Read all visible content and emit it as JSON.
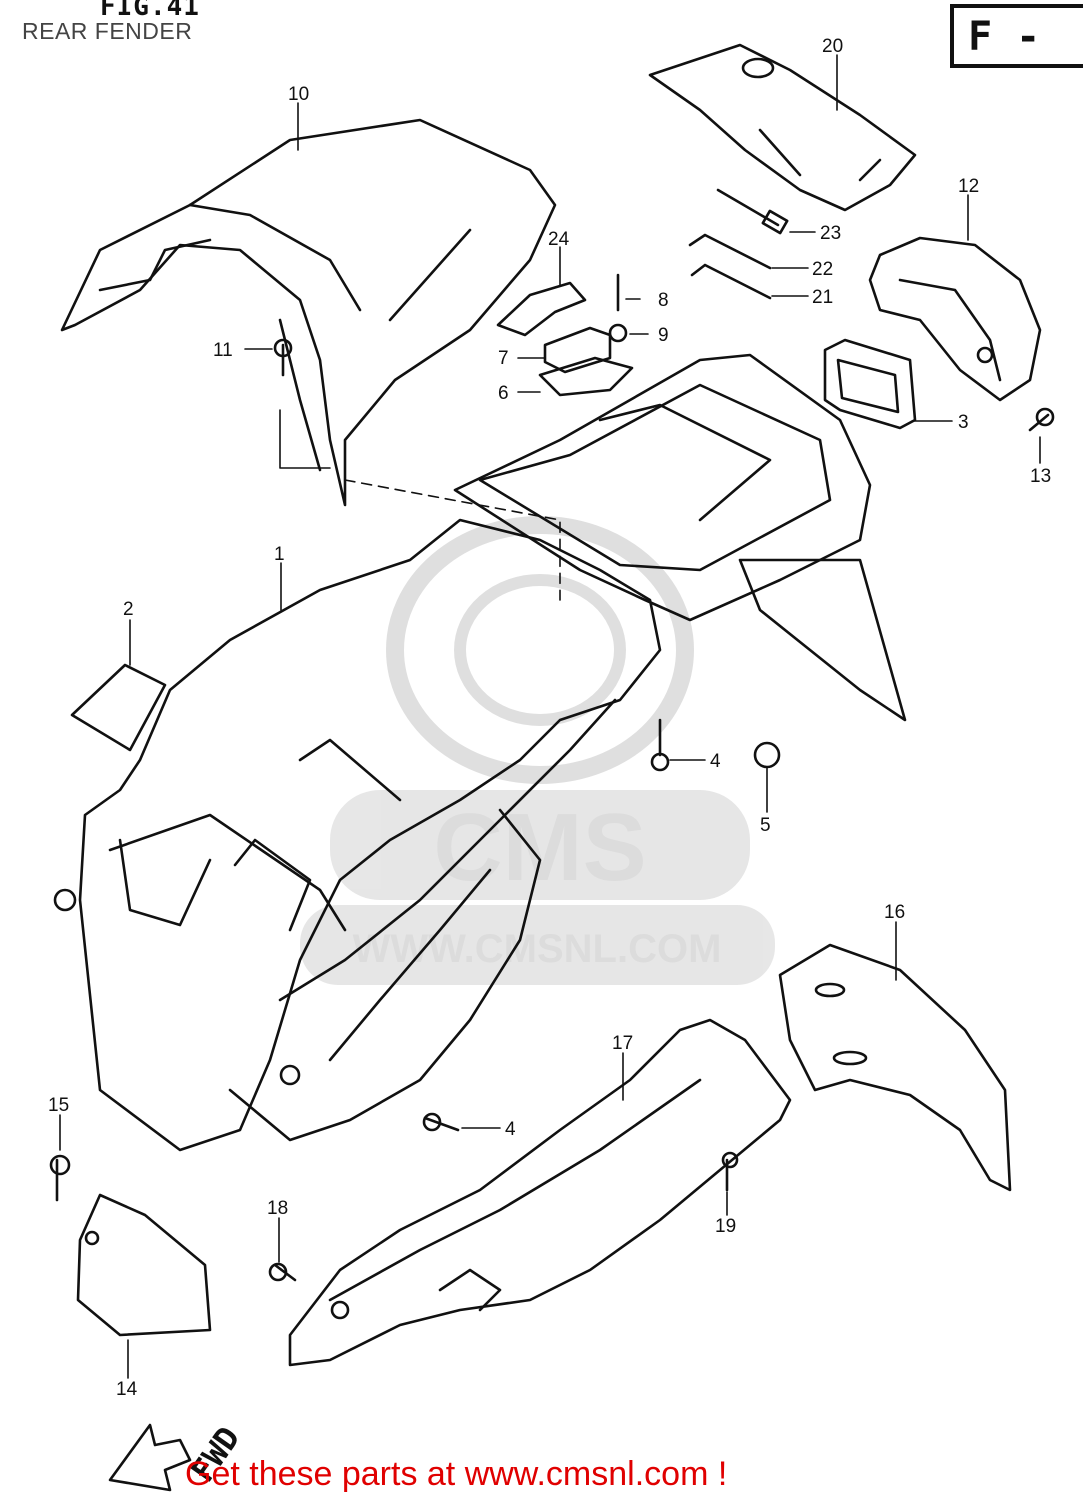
{
  "header": {
    "figure": "FIG.41",
    "title": "REAR FENDER",
    "tag": "F -"
  },
  "watermark": {
    "logo": "CMS",
    "url": "WWW.CMSNL.COM"
  },
  "direction_arrow": "FWD",
  "footer": {
    "text": "Get these parts at www.cmsnl.com !",
    "color": "#e00000"
  },
  "callouts": {
    "c1": "1",
    "c2": "2",
    "c3": "3",
    "c4a": "4",
    "c4b": "4",
    "c5": "5",
    "c6": "6",
    "c7": "7",
    "c8": "8",
    "c9": "9",
    "c10": "10",
    "c11": "11",
    "c12": "12",
    "c13": "13",
    "c14": "14",
    "c15": "15",
    "c16": "16",
    "c17": "17",
    "c18": "18",
    "c19": "19",
    "c20": "20",
    "c21": "21",
    "c22": "22",
    "c23": "23",
    "c24": "24"
  }
}
